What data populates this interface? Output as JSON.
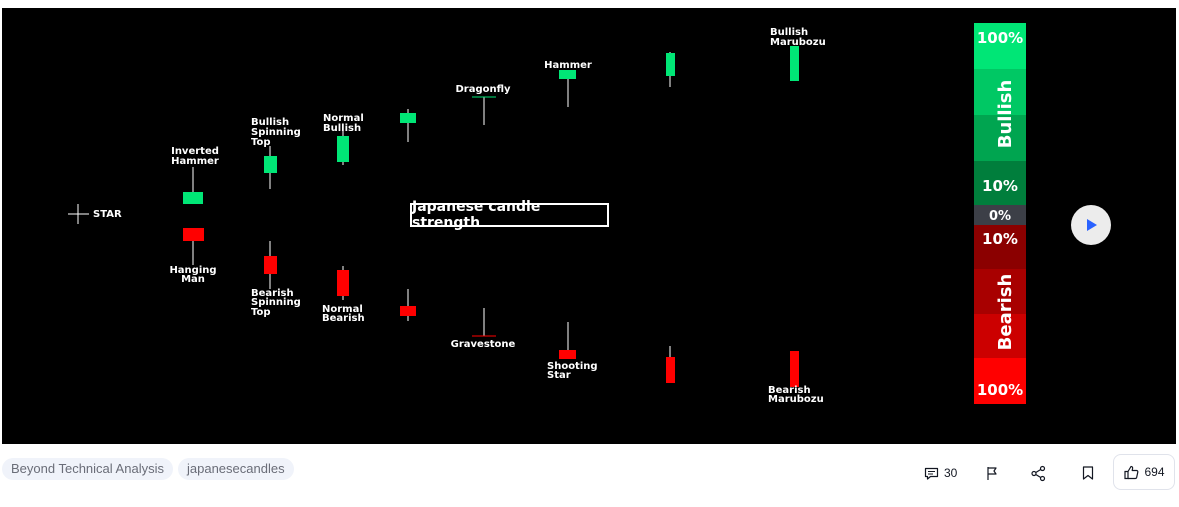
{
  "chart": {
    "title": "Japanese candle strength",
    "center_label": "STAR",
    "colors": {
      "bullish": "#00e676",
      "bearish": "#ff0000"
    }
  },
  "bullish_labels": {
    "inverted_hammer": [
      "Inverted",
      "Hammer"
    ],
    "spinning_top": [
      "Bullish",
      "Spinning",
      "Top"
    ],
    "normal": [
      "Normal",
      "Bullish"
    ],
    "dragonfly": [
      "Dragonfly"
    ],
    "hammer": [
      "Hammer"
    ],
    "marubozu": [
      "Bullish",
      "Marubozu"
    ]
  },
  "bearish_labels": {
    "hanging_man": [
      "Hanging",
      "Man"
    ],
    "spinning_top": [
      "Bearish",
      "Spinning",
      "Top"
    ],
    "normal": [
      "Normal",
      "Bearish"
    ],
    "gravestone": [
      "Gravestone"
    ],
    "shooting_star": [
      "Shooting",
      "Star"
    ],
    "marubozu": [
      "Bearish",
      "Marubozu"
    ]
  },
  "scale": {
    "top_pct": "100%",
    "bullish_label": "Bullish",
    "bull_low_pct": "10%",
    "mid_pct": "0%",
    "bear_low_pct": "10%",
    "bearish_label": "Bearish",
    "bottom_pct": "100%",
    "colors": {
      "bull": [
        "#00e676",
        "#00c864",
        "#00a550",
        "#007e3c",
        "#005c2c"
      ],
      "bear": [
        "#8b0000",
        "#a80000",
        "#cc0000",
        "#ee0000",
        "#ff0000"
      ]
    }
  },
  "tags": [
    "Beyond Technical Analysis",
    "japanesecandles"
  ],
  "actions": {
    "comments": "30",
    "likes": "694"
  }
}
